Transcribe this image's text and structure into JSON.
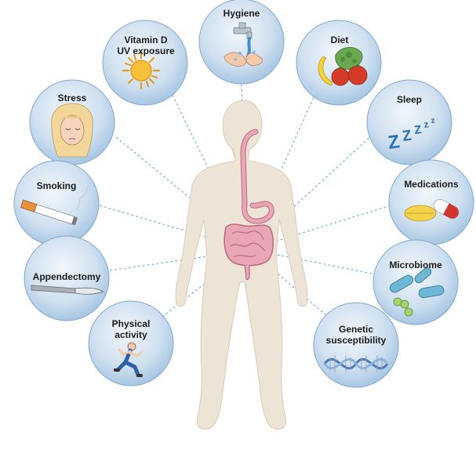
{
  "factors": [
    {
      "id": "hygiene",
      "label": "Hygiene",
      "icon": "faucet-hands-icon"
    },
    {
      "id": "vitamin-d",
      "label": "Vitamin D\nUV exposure",
      "icon": "sun-icon"
    },
    {
      "id": "diet",
      "label": "Diet",
      "icon": "fruit-vegetables-icon"
    },
    {
      "id": "stress",
      "label": "Stress",
      "icon": "stressed-woman-icon"
    },
    {
      "id": "sleep",
      "label": "Sleep",
      "icon": "zzz-icon"
    },
    {
      "id": "smoking",
      "label": "Smoking",
      "icon": "cigarette-icon"
    },
    {
      "id": "medications",
      "label": "Medications",
      "icon": "pills-icon"
    },
    {
      "id": "appendectomy",
      "label": "Appendectomy",
      "icon": "scalpel-icon"
    },
    {
      "id": "microbiome",
      "label": "Microbiome",
      "icon": "bacteria-icon"
    },
    {
      "id": "physical-activity",
      "label": "Physical\nactivity",
      "icon": "runner-icon"
    },
    {
      "id": "genetic",
      "label": "Genetic\nsusceptibility",
      "icon": "dna-helix-icon"
    }
  ],
  "colors": {
    "bubble_light": "#f2f7fc",
    "bubble_dark": "#a7c6e3",
    "bubble_edge": "#7ea8d0",
    "connector": "#5fa5c7",
    "body": "#ede4d5",
    "gut": "#e9a6b6",
    "gut_edge": "#b9697e"
  }
}
